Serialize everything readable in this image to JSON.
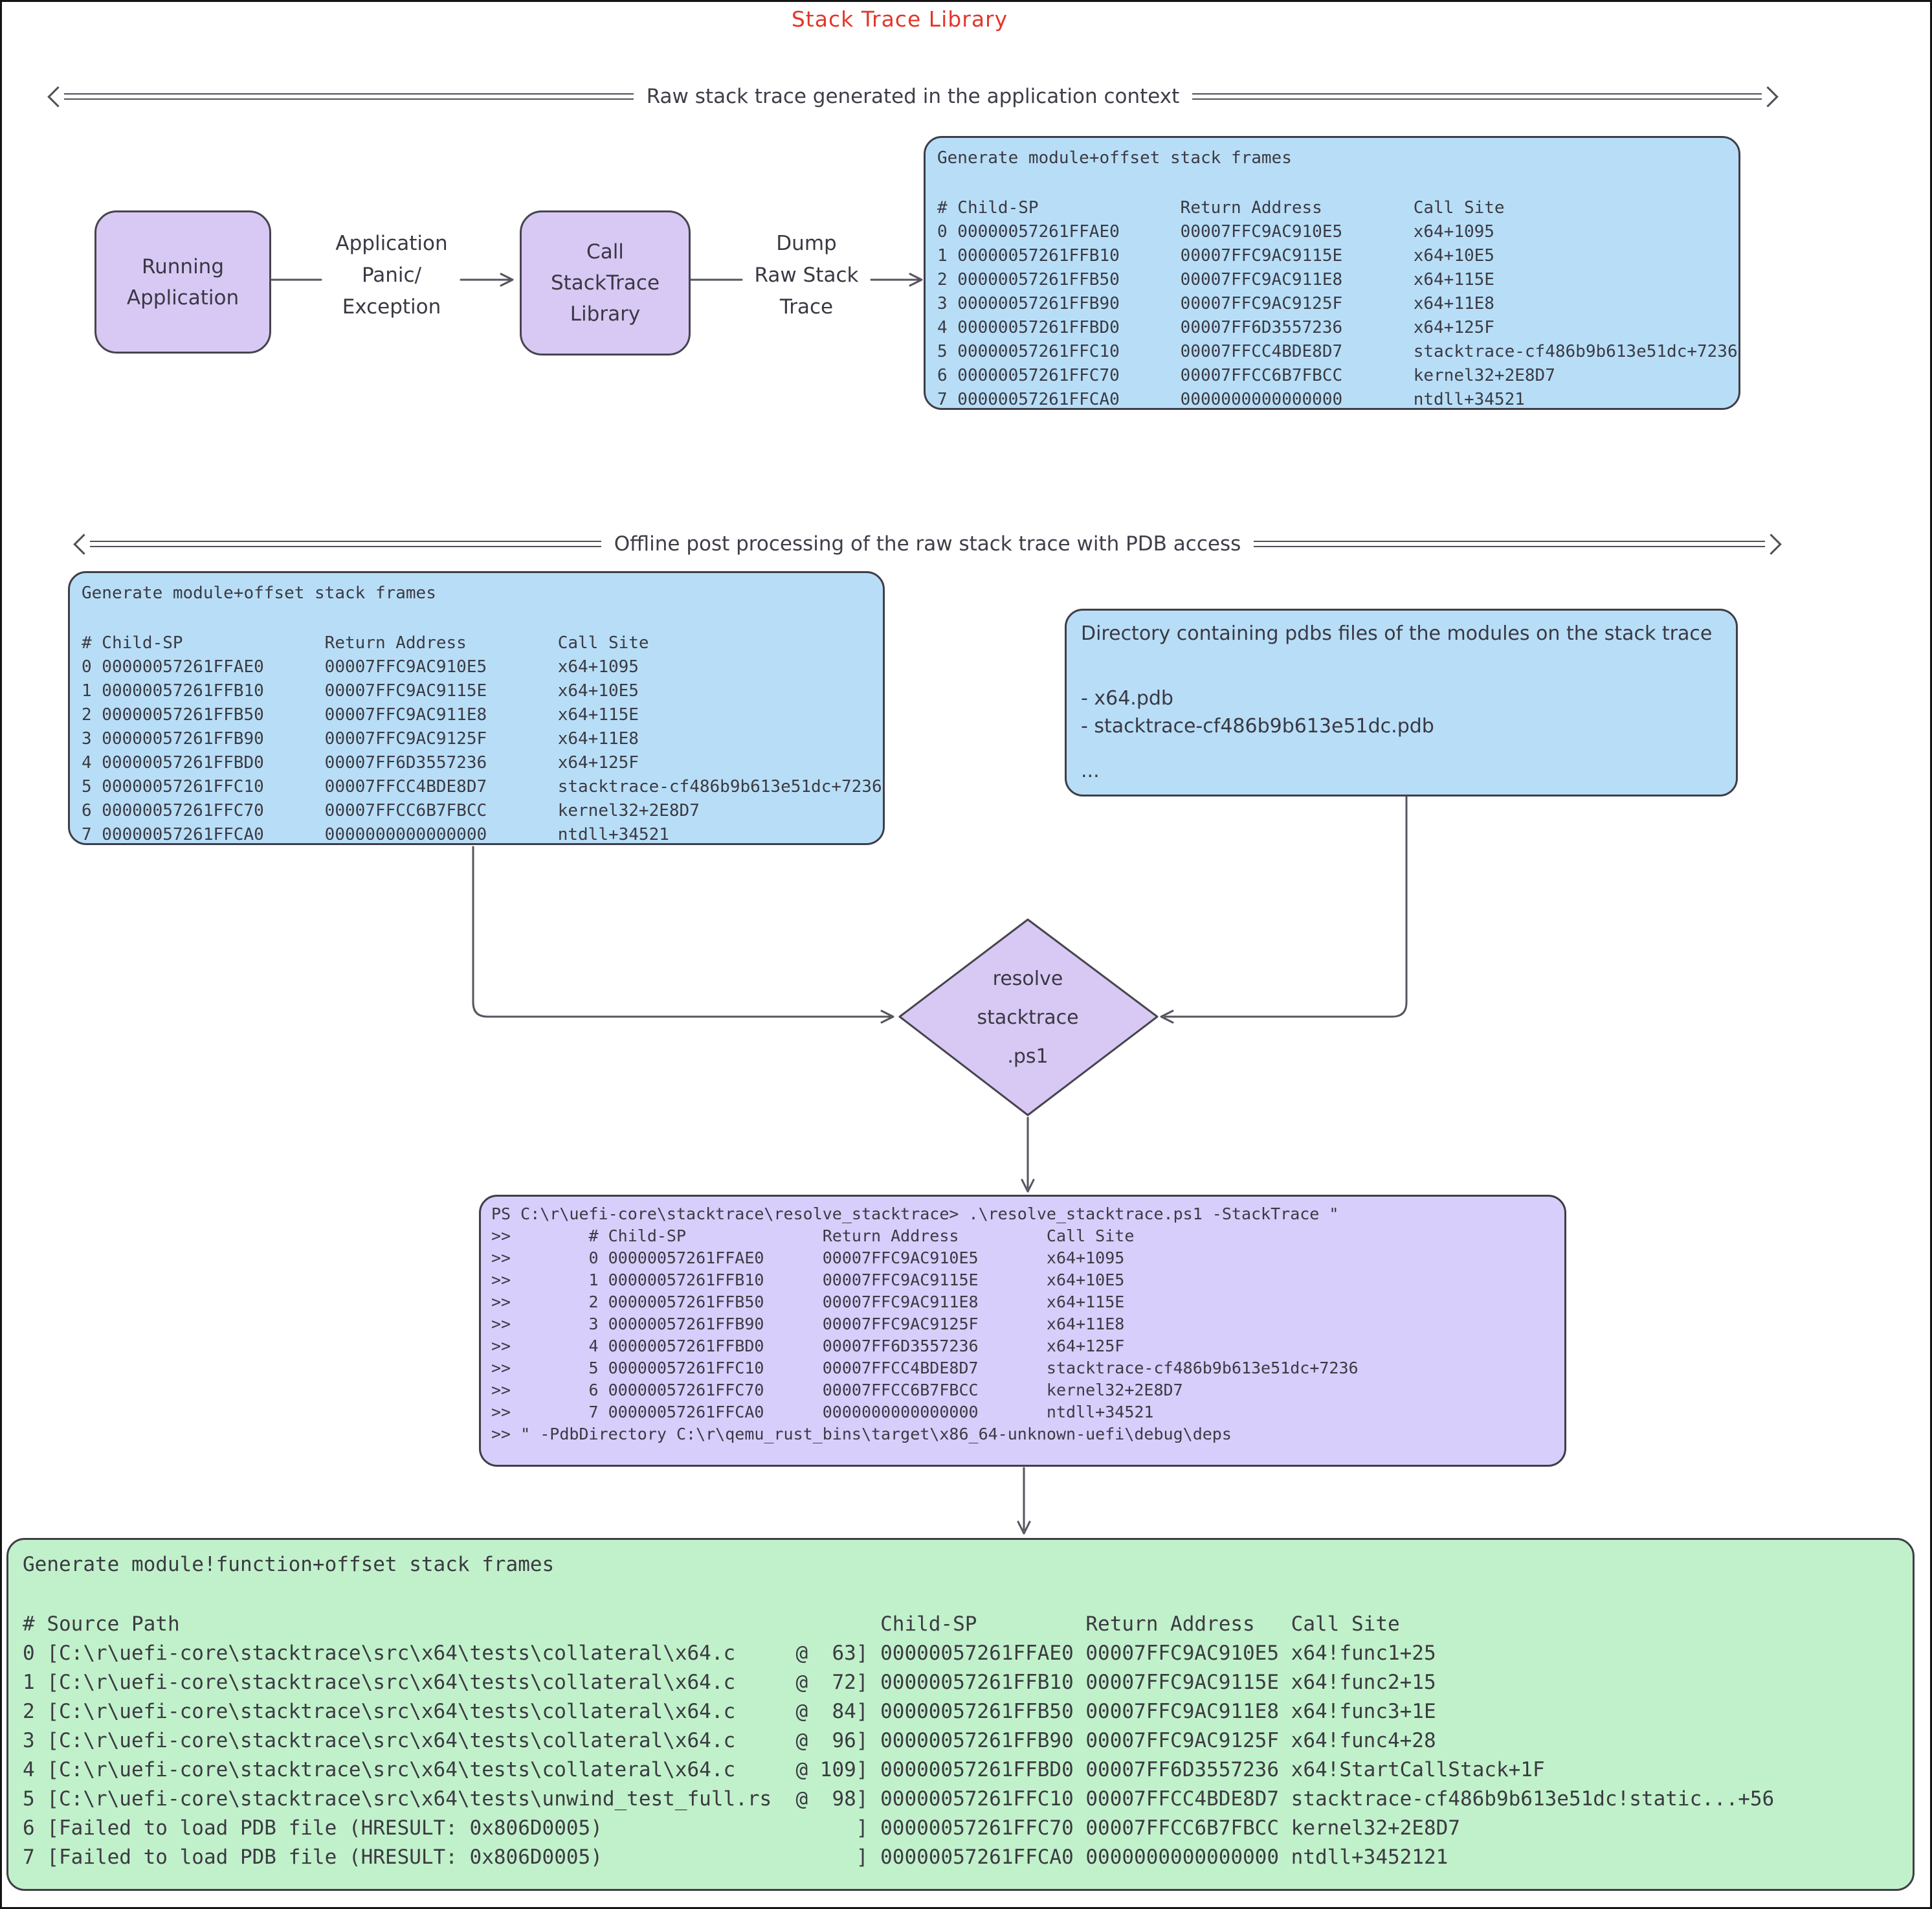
{
  "title": "Stack Trace Library",
  "section1": {
    "header": "Raw stack trace generated in the application context"
  },
  "section2": {
    "header": "Offline post processing of the raw stack trace with PDB access"
  },
  "flow": {
    "running_app": "Running\nApplication",
    "arrow1_label": "Application\nPanic/\nException",
    "call_lib": "Call\nStackTrace\nLibrary",
    "arrow2_label": "Dump\nRaw Stack\nTrace"
  },
  "raw_trace": {
    "title": "Generate module+offset stack frames",
    "columns": [
      "#",
      "Child-SP",
      "Return Address",
      "Call Site"
    ],
    "rows": [
      [
        "0",
        "00000057261FFAE0",
        "00007FFC9AC910E5",
        "x64+1095"
      ],
      [
        "1",
        "00000057261FFB10",
        "00007FFC9AC9115E",
        "x64+10E5"
      ],
      [
        "2",
        "00000057261FFB50",
        "00007FFC9AC911E8",
        "x64+115E"
      ],
      [
        "3",
        "00000057261FFB90",
        "00007FFC9AC9125F",
        "x64+11E8"
      ],
      [
        "4",
        "00000057261FFBD0",
        "00007FF6D3557236",
        "x64+125F"
      ],
      [
        "5",
        "00000057261FFC10",
        "00007FFCC4BDE8D7",
        "stacktrace-cf486b9b613e51dc+7236"
      ],
      [
        "6",
        "00000057261FFC70",
        "00007FFCC6B7FBCC",
        "kernel32+2E8D7"
      ],
      [
        "7",
        "00000057261FFCA0",
        "0000000000000000",
        "ntdll+34521"
      ]
    ]
  },
  "pdb_box": {
    "title": "Directory containing pdbs files of the modules on the stack trace",
    "items": [
      "- x64.pdb",
      "- stacktrace-cf486b9b613e51dc.pdb"
    ],
    "more": "..."
  },
  "diamond": {
    "label": "resolve\nstacktrace\n.ps1"
  },
  "ps_box": {
    "prompt": "PS C:\\r\\uefi-core\\stacktrace\\resolve_stacktrace> .\\resolve_stacktrace.ps1 -StackTrace \"",
    "closing": ">> \" -PdbDirectory C:\\r\\qemu_rust_bins\\target\\x86_64-unknown-uefi\\debug\\deps"
  },
  "resolved": {
    "title": "Generate module!function+offset stack frames",
    "columns": [
      "#",
      "Source Path",
      "Child-SP",
      "Return Address",
      "Call Site"
    ],
    "rows": [
      [
        "0",
        "C:\\r\\uefi-core\\stacktrace\\src\\x64\\tests\\collateral\\x64.c",
        "@",
        "63",
        "00000057261FFAE0",
        "00007FFC9AC910E5",
        "x64!func1+25"
      ],
      [
        "1",
        "C:\\r\\uefi-core\\stacktrace\\src\\x64\\tests\\collateral\\x64.c",
        "@",
        "72",
        "00000057261FFB10",
        "00007FFC9AC9115E",
        "x64!func2+15"
      ],
      [
        "2",
        "C:\\r\\uefi-core\\stacktrace\\src\\x64\\tests\\collateral\\x64.c",
        "@",
        "84",
        "00000057261FFB50",
        "00007FFC9AC911E8",
        "x64!func3+1E"
      ],
      [
        "3",
        "C:\\r\\uefi-core\\stacktrace\\src\\x64\\tests\\collateral\\x64.c",
        "@",
        "96",
        "00000057261FFB90",
        "00007FFC9AC9125F",
        "x64!func4+28"
      ],
      [
        "4",
        "C:\\r\\uefi-core\\stacktrace\\src\\x64\\tests\\collateral\\x64.c",
        "@",
        "109",
        "00000057261FFBD0",
        "00007FF6D3557236",
        "x64!StartCallStack+1F"
      ],
      [
        "5",
        "C:\\r\\uefi-core\\stacktrace\\src\\x64\\tests\\unwind_test_full.rs",
        "@",
        "98",
        "00000057261FFC10",
        "00007FFCC4BDE8D7",
        "stacktrace-cf486b9b613e51dc!static...+56"
      ],
      [
        "6",
        "Failed to load PDB file (HRESULT: 0x806D0005)",
        "",
        "",
        "00000057261FFC70",
        "00007FFCC6B7FBCC",
        "kernel32+2E8D7"
      ],
      [
        "7",
        "Failed to load PDB file (HRESULT: 0x806D0005)",
        "",
        "",
        "00000057261FFCA0",
        "0000000000000000",
        "ntdll+3452121"
      ]
    ]
  }
}
